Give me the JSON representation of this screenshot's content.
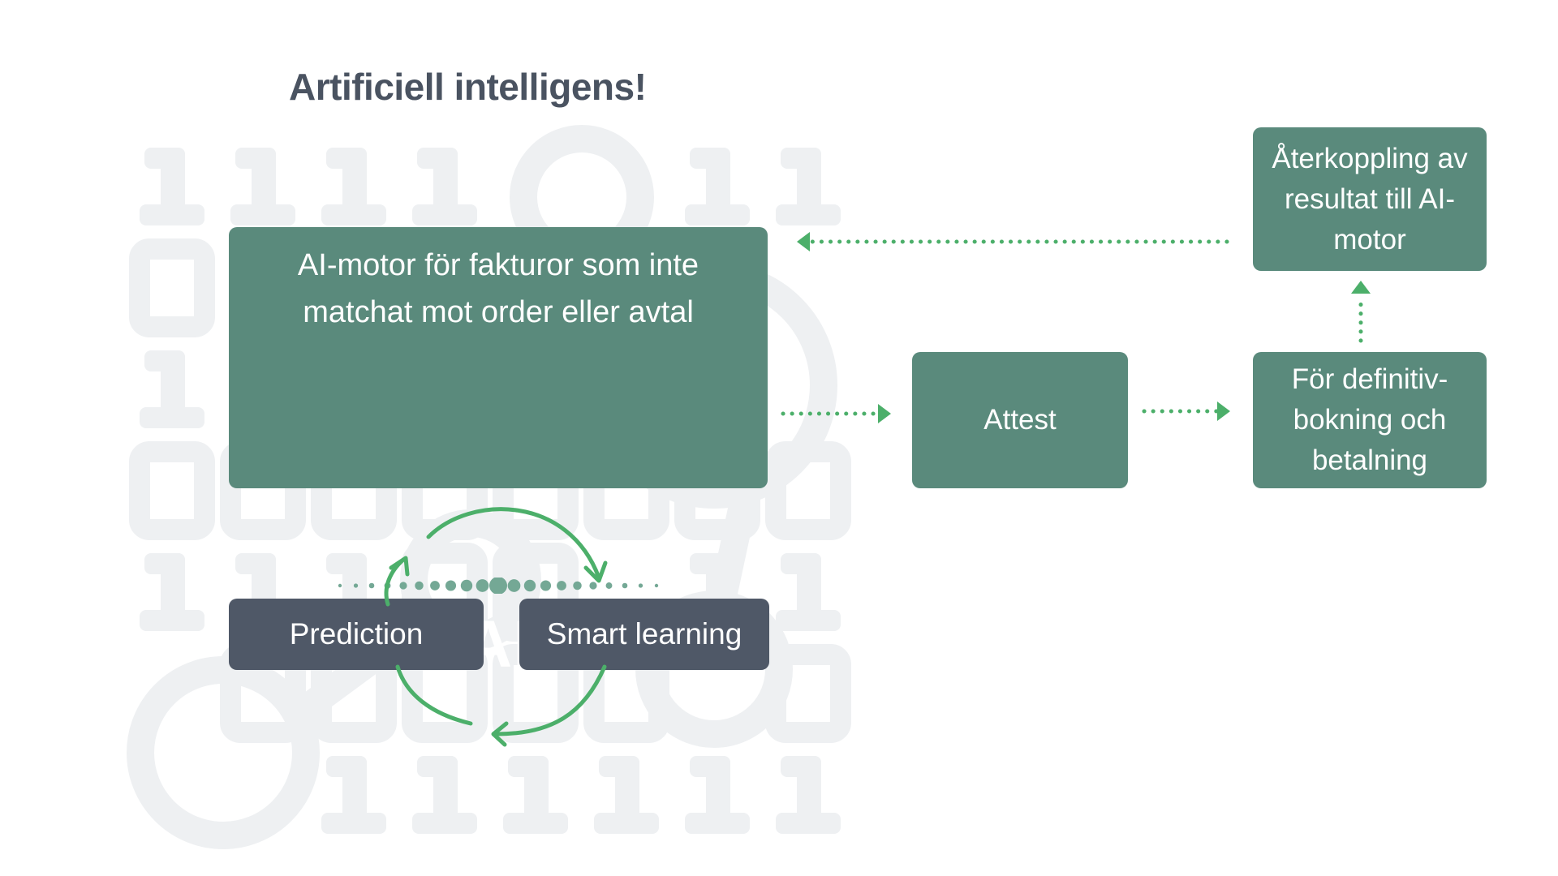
{
  "title": "Artificiell intelligens!",
  "ai_engine": {
    "description": "AI-motor för fakturor som inte matchat mot order eller avtal",
    "label": "AI"
  },
  "flow": {
    "attest": "Attest",
    "definitive_booking": "För definitiv-bokning och betalning",
    "feedback": "Återkoppling av resultat till AI-motor"
  },
  "cycle": {
    "prediction": "Prediction",
    "smart_learning": "Smart learning"
  },
  "colors": {
    "box_green": "#5a8a7c",
    "box_dark": "#4f5867",
    "arrow_green": "#4caf6a",
    "title": "#4a5361",
    "binary_bg": "#eef0f2"
  }
}
